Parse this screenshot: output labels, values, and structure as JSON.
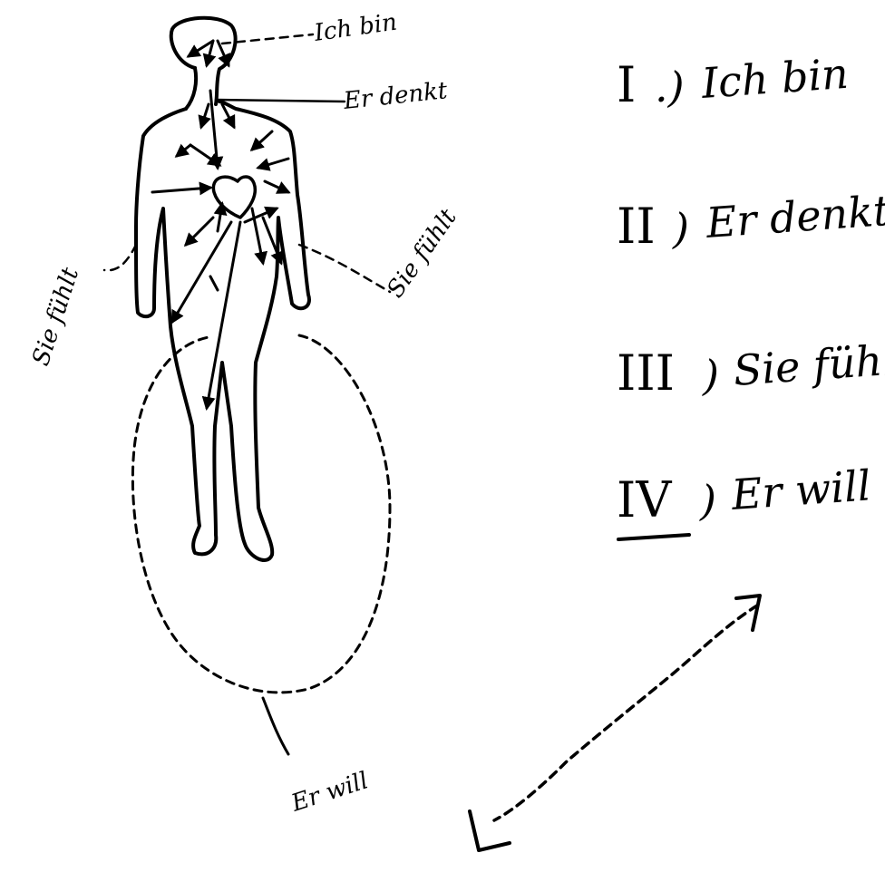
{
  "diagram": {
    "labels": {
      "head": "Ich bin",
      "neck": "Er denkt",
      "right_arm": "Sie fühlt",
      "left_arm": "Sie fühlt",
      "aura": "Er will"
    },
    "list": [
      {
        "numeral": "I",
        "punct": ".)",
        "text": "Ich bin"
      },
      {
        "numeral": "II",
        "punct": ")",
        "text": "Er denkt"
      },
      {
        "numeral": "III",
        "punct": ")",
        "text": "Sie fühlt"
      },
      {
        "numeral": "IV",
        "punct": ")",
        "text": "Er will"
      }
    ],
    "colors": {
      "ink": "#000000",
      "paper": "#ffffff"
    }
  }
}
